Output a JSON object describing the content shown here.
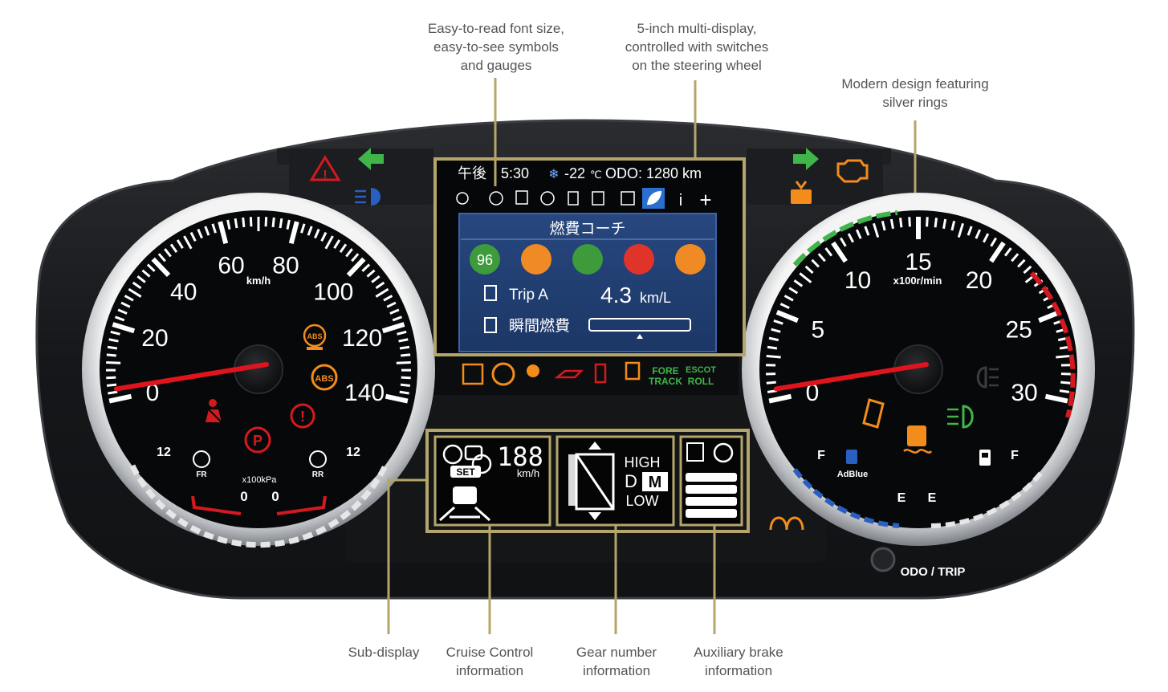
{
  "callouts": {
    "font": "Easy-to-read font size,\neasy-to-see symbols\nand gauges",
    "multi": "5-inch multi-display,\ncontrolled with switches\non the steering wheel",
    "rings": "Modern design featuring\nsilver rings",
    "sub": "Sub-display",
    "cruise": "Cruise Control\ninformation",
    "gear": "Gear number\ninformation",
    "brake": "Auxiliary brake\ninformation"
  },
  "speedometer": {
    "unit": "km/h",
    "labels": [
      "0",
      "20",
      "40",
      "60",
      "80",
      "100",
      "120",
      "140"
    ],
    "needle_value": 0,
    "pressure_unit": "x100kPa",
    "pressure_fr": "FR",
    "pressure_rr": "RR",
    "pressure_max_left": "12",
    "pressure_max_right": "12",
    "pressure_val_left": "0",
    "pressure_val_right": "0",
    "abs_label": "ABS"
  },
  "tachometer": {
    "unit": "x100r/min",
    "labels": [
      "0",
      "5",
      "10",
      "15",
      "20",
      "25",
      "30"
    ],
    "needle_value": 0,
    "fuel_full_left": "F",
    "fuel_empty_left": "E",
    "fuel_empty_right": "E",
    "fuel_full_right": "F",
    "adblue_label": "AdBlue"
  },
  "multi_display": {
    "time_label": "午後",
    "time": "5:30",
    "temperature": "-22",
    "temp_unit": "℃",
    "odo": "ODO: 1280 km",
    "panel_title": "燃費コーチ",
    "score": "96",
    "trip_label": "Trip A",
    "trip_value": "4.3",
    "trip_unit": "km/L",
    "instant_label": "瞬間燃費",
    "info_label": "i",
    "plus_label": "+"
  },
  "warning_strip": {
    "fore_track_1": "FORE",
    "fore_track_2": "TRACK",
    "escot_1": "ESCOT",
    "escot_2": "ROLL"
  },
  "sub_display": {
    "cruise_set": "SET",
    "cruise_digits": "188",
    "cruise_unit": "km/h",
    "gear_high": "HIGH",
    "gear_d": "D",
    "gear_m": "M",
    "gear_low": "LOW"
  },
  "odo_button": "ODO / TRIP"
}
